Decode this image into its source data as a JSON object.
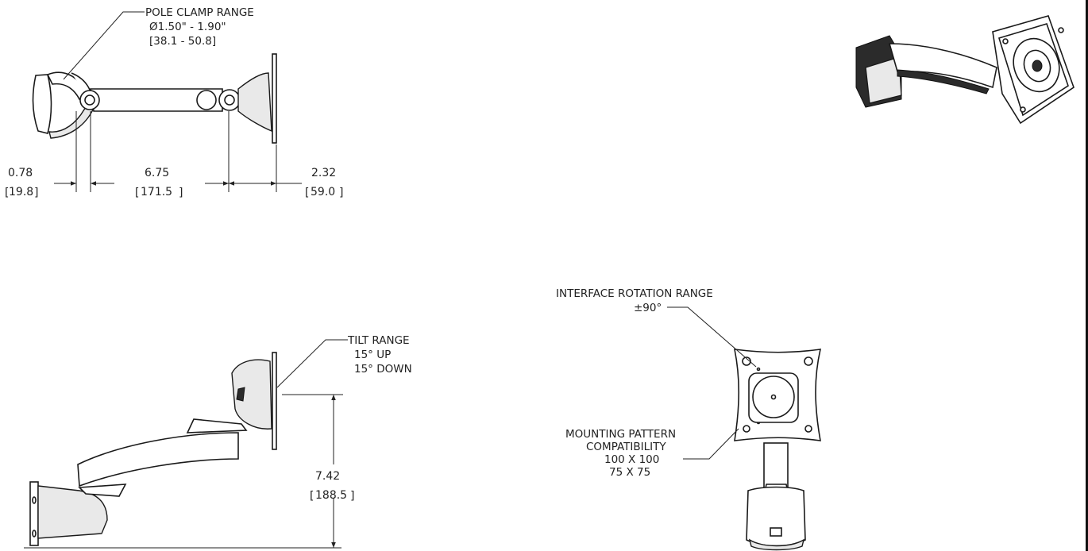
{
  "top_view": {
    "pole_clamp": {
      "title": "POLE CLAMP RANGE",
      "range_in": "Ø1.50\" - 1.90\"",
      "range_mm": "[38.1 - 50.8]"
    },
    "dim_clamp": {
      "inches": "0.78",
      "mm": "19.8"
    },
    "dim_arm": {
      "inches": "6.75",
      "mm": "171.5"
    },
    "dim_plate": {
      "inches": "2.32",
      "mm": "59.0"
    }
  },
  "side_view": {
    "tilt": {
      "title": "TILT RANGE",
      "up": "15° UP",
      "down": "15° DOWN"
    },
    "dim_height": {
      "inches": "7.42",
      "mm": "188.5"
    }
  },
  "front_view": {
    "rotation": {
      "title": "INTERFACE ROTATION RANGE",
      "value": "±90°"
    },
    "mounting": {
      "line1": "MOUNTING PATTERN",
      "line2": "COMPATIBILITY",
      "pattern1": "100 X 100",
      "pattern2": "75 X 75"
    }
  }
}
